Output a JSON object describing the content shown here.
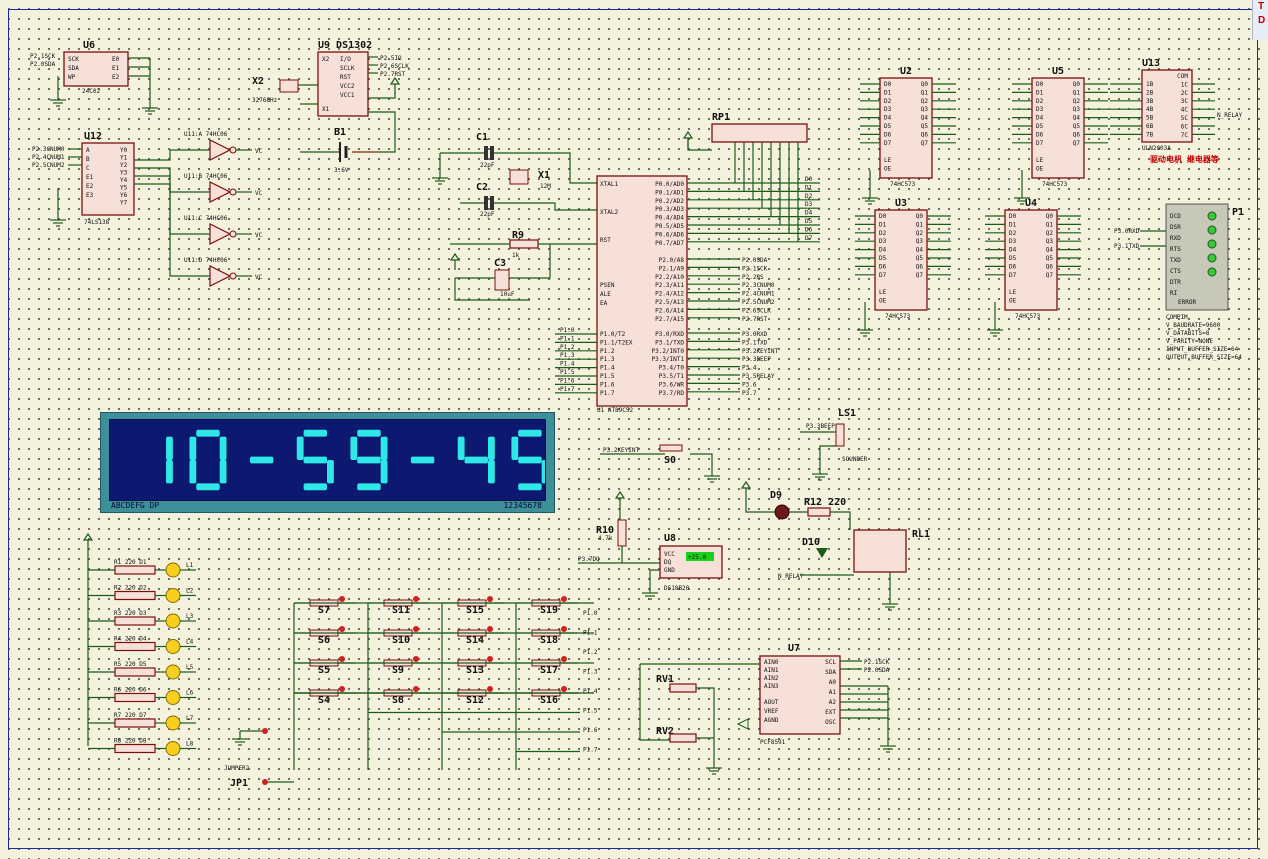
{
  "canvas": {
    "background": "#f4f2dc",
    "wire_color": "#1b5c1b",
    "body_color": "#7a1010",
    "frame_color": "#1a2aa0"
  },
  "corner_tab": [
    "T",
    "D"
  ],
  "display": {
    "time": "10-59-45",
    "left_label": "ABCDEFG DP",
    "right_label": "12345678",
    "screen_color": "#0d1870",
    "segment_color": "#2ee8e8"
  },
  "components": {
    "u6": {
      "ref": "U6",
      "pins_left": [
        "SCK",
        "SDA",
        "WP"
      ],
      "pins_right": [
        "E0",
        "E1",
        "E2"
      ],
      "part": "24C02"
    },
    "u9": {
      "ref": "U9",
      "part": "DS1302",
      "pins_left": [
        "X2",
        "X1"
      ],
      "pins_right": [
        "I/O",
        "SCLK",
        "RST",
        "VCC2",
        "VCC1"
      ],
      "nets": [
        "P2.5IO",
        "P2.6SCLK",
        "P2.7RST"
      ]
    },
    "x2": {
      "ref": "X2",
      "value": "32768Hz"
    },
    "b1": {
      "ref": "B1",
      "value": "3.6V"
    },
    "u12": {
      "ref": "U12",
      "part": "74LS138",
      "pins_left": [
        "A",
        "B",
        "C",
        "E1",
        "E2",
        "E3"
      ],
      "pins_right": [
        "Y0",
        "Y1",
        "Y2",
        "Y3",
        "Y4",
        "Y5",
        "Y6",
        "Y7"
      ],
      "nets": [
        "P2.3CNUM0",
        "P2.4CNUM1",
        "P2.5CNUM2"
      ]
    },
    "u11": [
      {
        "ref": "U11:A",
        "part": "74HC06",
        "out": "VC"
      },
      {
        "ref": "U11:B",
        "part": "74HC06",
        "out": "VC"
      },
      {
        "ref": "U11:C",
        "part": "74HC06",
        "out": "VC"
      },
      {
        "ref": "U11:D",
        "part": "74HC06",
        "out": "VC"
      }
    ],
    "c1": {
      "ref": "C1",
      "value": "22pF"
    },
    "c2": {
      "ref": "C2",
      "value": "22pF"
    },
    "x1": {
      "ref": "X1",
      "value": "12M"
    },
    "r9": {
      "ref": "R9",
      "value": "1k"
    },
    "c3": {
      "ref": "C3",
      "value": "10uF"
    },
    "rp1": {
      "ref": "RP1"
    },
    "u1": {
      "ref": "U1",
      "part": "AT89C52",
      "pins_left": [
        "XTAL1",
        "XTAL2",
        "RST",
        "PSEN",
        "ALE",
        "EA",
        "P1.0/T2",
        "P1.1/T2EX",
        "P1.2",
        "P1.3",
        "P1.4",
        "P1.5",
        "P1.6",
        "P1.7"
      ],
      "pins_right": [
        "P0.0/AD0",
        "P0.1/AD1",
        "P0.2/AD2",
        "P0.3/AD3",
        "P0.4/AD4",
        "P0.5/AD5",
        "P0.6/AD6",
        "P0.7/AD7",
        "P2.0/A8",
        "P2.1/A9",
        "P2.2/A10",
        "P2.3/A11",
        "P2.4/A12",
        "P2.5/A13",
        "P2.6/A14",
        "P2.7/A15",
        "P3.0/RXD",
        "P3.1/TXD",
        "P3.2/INT0",
        "P3.3/INT1",
        "P3.4/T0",
        "P3.5/T1",
        "P3.6/WR",
        "P3.7/RD"
      ],
      "nets_p2": [
        "P2.0SDA",
        "P2.1SCK",
        "P2.2RS",
        "P2.3CNUM0",
        "P2.4CNUM1",
        "P2.5CNUM2",
        "P2.6SCLK",
        "P2.7RST"
      ],
      "nets_p3": [
        "P3.0RXD",
        "P3.1TXD",
        "P3.2KEYINT",
        "P3.3BEEP",
        "P3.4",
        "P3.5RELAY",
        "P3.6",
        "P3.7"
      ],
      "p0_nets": [
        "D0",
        "D1",
        "D2",
        "D3",
        "D4",
        "D5",
        "D6",
        "D7"
      ],
      "p1_nets": [
        "P1.0",
        "P1.1",
        "P1.2",
        "P1.3",
        "P1.4",
        "P1.5",
        "P1.6",
        "P1.7"
      ]
    },
    "u2": {
      "ref": "U2",
      "part": "74HC573"
    },
    "u3": {
      "ref": "U3",
      "part": "74HC573"
    },
    "u4": {
      "ref": "U4",
      "part": "74HC573"
    },
    "u5": {
      "ref": "U5",
      "part": "74HC573"
    },
    "latch_in": [
      "D0",
      "D1",
      "D2",
      "D3",
      "D4",
      "D5",
      "D6",
      "D7",
      "LE",
      "OE"
    ],
    "latch_out": [
      "Q0",
      "Q1",
      "Q2",
      "Q3",
      "Q4",
      "Q5",
      "Q6",
      "Q7"
    ],
    "u13": {
      "ref": "U13",
      "part": "ULN2003A",
      "pins_left": [
        "1B",
        "2B",
        "3B",
        "4B",
        "5B",
        "6B",
        "7B"
      ],
      "pins_right": [
        "COM",
        "1C",
        "2C",
        "3C",
        "4C",
        "5C",
        "6C",
        "7C"
      ],
      "note": "驱动电机  继电器等",
      "net": "N_RELAY"
    },
    "p1": {
      "ref": "P1",
      "part": "COMPIM",
      "pins": [
        "DCD",
        "DSR",
        "RXD",
        "RTS",
        "TXD",
        "CTS",
        "DTR",
        "RI"
      ],
      "error": "ERROR",
      "props": [
        "COMPIM",
        "V_BAUDRATE=9600",
        "V_DATABITS=8",
        "V_PARITY=NONE",
        "INPUT_BUFFER_SIZE=64",
        "OUTPUT_BUFFER_SIZE=64"
      ],
      "nets": [
        "P3.0RXD",
        "P3.1TXD"
      ]
    },
    "ls1": {
      "ref": "LS1",
      "part": "SOUNDER",
      "net": "P3.3BEEP"
    },
    "s0": {
      "ref": "S0",
      "net": "P3.2KEYINT"
    },
    "r10": {
      "ref": "R10",
      "value": "4.7k"
    },
    "u8": {
      "ref": "U8",
      "part": "DS18B20",
      "pins": [
        "VCC",
        "DQ",
        "GND"
      ],
      "value": "+25.0",
      "net": "P3.7DQ"
    },
    "d9": {
      "ref": "D9"
    },
    "r12": {
      "ref": "R12",
      "value": "220"
    },
    "d10": {
      "ref": "D10"
    },
    "rl1": {
      "ref": "RL1",
      "net": "N_RELAY"
    },
    "leds": [
      {
        "r": "R1",
        "d": "D1",
        "v": "220",
        "l": "L1"
      },
      {
        "r": "R2",
        "d": "D2",
        "v": "220",
        "l": "L2"
      },
      {
        "r": "R3",
        "d": "D3",
        "v": "220",
        "l": "L3"
      },
      {
        "r": "R4",
        "d": "D4",
        "v": "220",
        "l": "L4"
      },
      {
        "r": "R5",
        "d": "D5",
        "v": "220",
        "l": "L5"
      },
      {
        "r": "R6",
        "d": "D6",
        "v": "220",
        "l": "L6"
      },
      {
        "r": "R7",
        "d": "D7",
        "v": "220",
        "l": "L7"
      },
      {
        "r": "R8",
        "d": "D8",
        "v": "220",
        "l": "L8"
      }
    ],
    "switches": [
      [
        "S7",
        "S11",
        "S15",
        "S19"
      ],
      [
        "S6",
        "S10",
        "S14",
        "S18"
      ],
      [
        "S5",
        "S9",
        "S13",
        "S17"
      ],
      [
        "S4",
        "S8",
        "S12",
        "S16"
      ]
    ],
    "key_nets": [
      "P1.0",
      "P1.1",
      "P1.2",
      "P1.3",
      "P1.4",
      "P1.5",
      "P1.6",
      "P1.7"
    ],
    "jp1": {
      "ref": "JP1",
      "part": "JUMPER2"
    },
    "u7": {
      "ref": "U7",
      "part": "PCF8591",
      "pins_left": [
        "AIN0",
        "AIN1",
        "AIN2",
        "AIN3",
        "AOUT",
        "VREF",
        "AGND"
      ],
      "pins_right": [
        "SCL",
        "SDA",
        "A0",
        "A1",
        "A2",
        "EXT",
        "OSC"
      ],
      "nets": [
        "P2.1SCK",
        "P2.0SDA"
      ]
    },
    "rv1": {
      "ref": "RV1"
    },
    "rv2": {
      "ref": "RV2"
    },
    "vcc": "VCC"
  }
}
